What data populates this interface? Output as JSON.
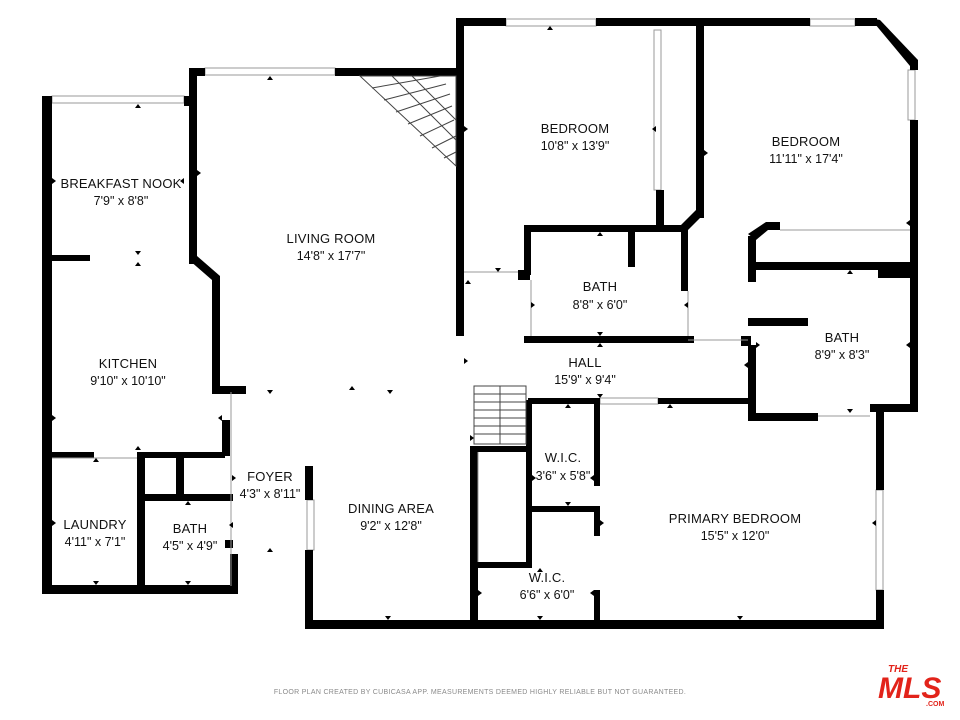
{
  "rooms": [
    {
      "id": "breakfast-nook",
      "name": "BREAKFAST NOOK",
      "dims": "7'9\" x 8'8\""
    },
    {
      "id": "living-room",
      "name": "LIVING ROOM",
      "dims": "14'8\" x 17'7\""
    },
    {
      "id": "bedroom-1",
      "name": "BEDROOM",
      "dims": "10'8\" x 13'9\""
    },
    {
      "id": "bedroom-2",
      "name": "BEDROOM",
      "dims": "11'11\" x 17'4\""
    },
    {
      "id": "bath-1",
      "name": "BATH",
      "dims": "8'8\" x 6'0\""
    },
    {
      "id": "bath-2",
      "name": "BATH",
      "dims": "8'9\" x 8'3\""
    },
    {
      "id": "hall",
      "name": "HALL",
      "dims": "15'9\" x 9'4\""
    },
    {
      "id": "kitchen",
      "name": "KITCHEN",
      "dims": "9'10\" x 10'10\""
    },
    {
      "id": "foyer",
      "name": "FOYER",
      "dims": "4'3\" x 8'11\""
    },
    {
      "id": "dining-area",
      "name": "DINING AREA",
      "dims": "9'2\" x 12'8\""
    },
    {
      "id": "wic-1",
      "name": "W.I.C.",
      "dims": "3'6\" x 5'8\""
    },
    {
      "id": "primary-bedroom",
      "name": "PRIMARY BEDROOM",
      "dims": "15'5\" x 12'0\""
    },
    {
      "id": "laundry",
      "name": "LAUNDRY",
      "dims": "4'11\" x 7'1\""
    },
    {
      "id": "bath-3",
      "name": "BATH",
      "dims": "4'5\" x 4'9\""
    },
    {
      "id": "wic-2",
      "name": "W.I.C.",
      "dims": "6'6\" x 6'0\""
    }
  ],
  "footer": {
    "text": "FLOOR PLAN CREATED BY CUBICASA APP. MEASUREMENTS DEEMED HIGHLY RELIABLE BUT NOT GUARANTEED."
  },
  "logo": {
    "text_top": "THE",
    "text_main": "MLS",
    "text_sub": ".COM",
    "color": "#e2231a"
  },
  "colors": {
    "wall": "#000000",
    "window": "#9a9a9a",
    "background": "#ffffff"
  }
}
